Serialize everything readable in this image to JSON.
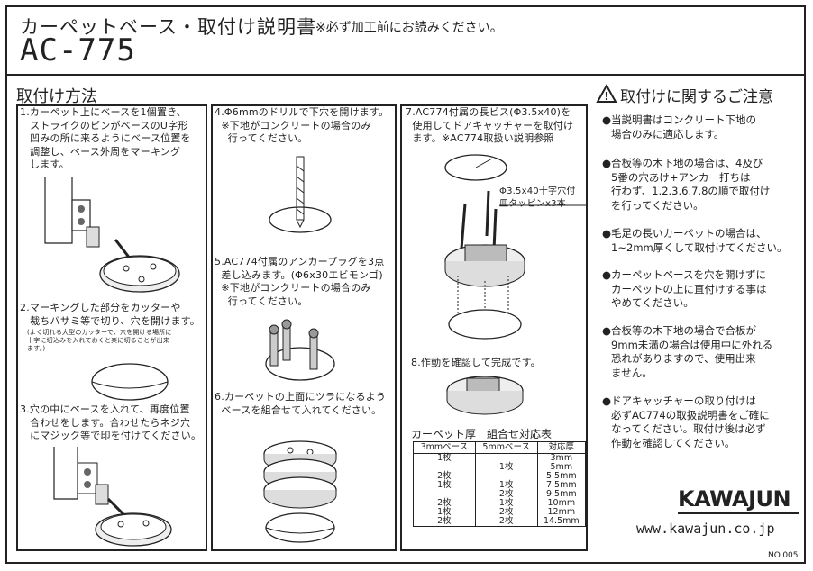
{
  "header": {
    "title": "カーペットベース・取付け説明書",
    "notice": "※必ず加工前にお読みください。",
    "model": "AC-775"
  },
  "install": {
    "title": "取付け方法",
    "step1": "1.カーペット上にベースを1個置き、\n   ストライクのピンがベースのU字形\n   凹みの所に来るようにベース位置を\n   調整し、ベース外周をマーキング\n   します。",
    "step2": "2.マーキングした部分をカッターや\n   裁ちバサミ等で切り、穴を開けます。",
    "step2_note": "(よく切れる大型のカッターで、穴を開ける場所に\n十字に切込みを入れておくと楽に切ることが出来\nます。)",
    "step3": "3.穴の中にベースを入れて、再度位置\n   合わせをします。合わせたらネジ穴\n   にマジック等で印を付けてください。",
    "step4": "4.Φ6mmのドリルで下穴を開けます。\n  ※下地がコンクリートの場合のみ\n    行ってください。",
    "step5": "5.AC774付属のアンカープラグを3点\n  差し込みます。(Φ6x30エビモンゴ)\n  ※下地がコンクリートの場合のみ\n    行ってください。",
    "step6": "6.カーペットの上面にツラになるよう\n  ベースを組合せて入れてください。",
    "step7": "7.AC774付属の長ビス(Φ3.5x40)を\n  使用してドアキャッチャーを取付け\n  ます。※AC774取扱い説明参照",
    "screw_label": "Φ3.5x40十字穴付\n皿タッピンx3本",
    "step8": "8.作動を確認して完成です。"
  },
  "table": {
    "title": "カーペット厚　組合せ対応表",
    "headers": [
      "3mmベース",
      "5mmベース",
      "対応厚"
    ],
    "rows": [
      [
        "1枚",
        "",
        "3mm"
      ],
      [
        "",
        "1枚",
        "5mm"
      ],
      [
        "2枚",
        "",
        "5.5mm"
      ],
      [
        "1枚",
        "1枚",
        "7.5mm"
      ],
      [
        "",
        "2枚",
        "9.5mm"
      ],
      [
        "2枚",
        "1枚",
        "10mm"
      ],
      [
        "1枚",
        "2枚",
        "12mm"
      ],
      [
        "2枚",
        "2枚",
        "14.5mm"
      ]
    ]
  },
  "caution": {
    "title": "取付けに関するご注意",
    "items": [
      "当説明書はコンクリート下地の\n場合のみに適応します。",
      "合板等の木下地の場合は、4及び\n5番の穴あけ+アンカー打ちは\n行わず、1.2.3.6.7.8の順で取付け\nを行ってください。",
      "毛足の長いカーペットの場合は、\n1~2mm厚くして取付けてください。",
      "カーペットベースを穴を開けずに\nカーペットの上に直付けする事は\nやめてください。",
      "合板等の木下地の場合で合板が\n9mm未満の場合は使用中に外れる\n恐れがありますので、使用出来\nません。",
      "ドアキャッチャーの取り付けは\n必ずAC774の取扱説明書をご確に\nなってください。取付け後は必ず\n作動を確認してください。"
    ],
    "bullet": "●",
    "warning_mark": "!"
  },
  "footer": {
    "brand": "KAWAJUN",
    "website": "www.kawajun.co.jp",
    "doc_no": "NO.005"
  }
}
